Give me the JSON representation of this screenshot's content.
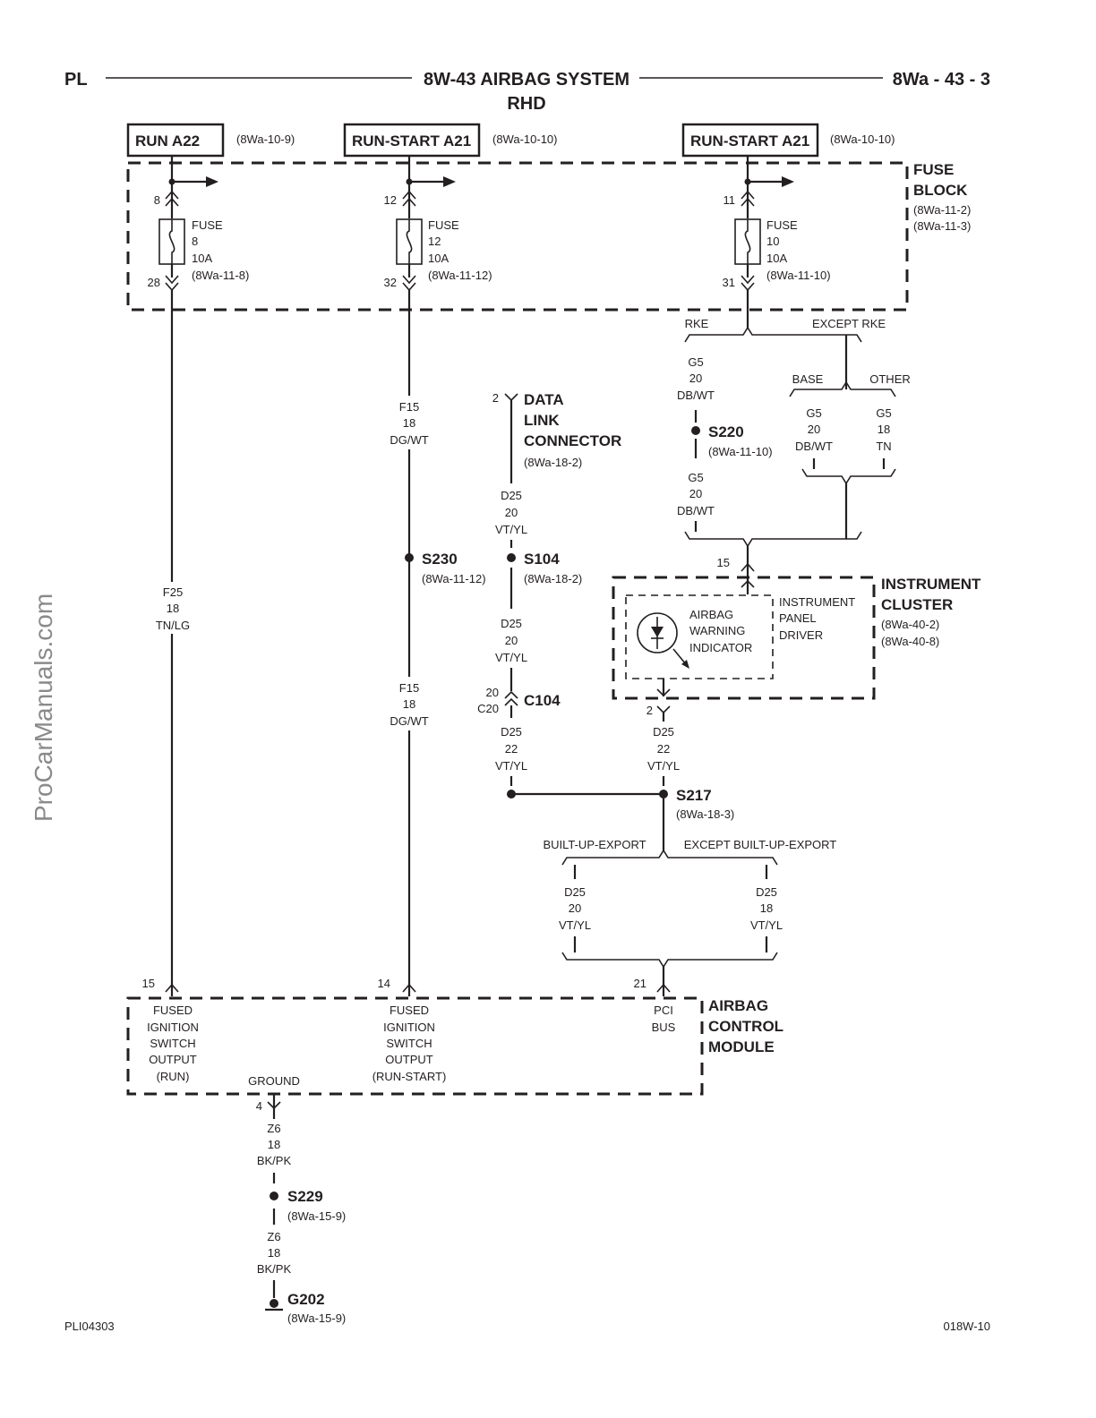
{
  "header": {
    "left": "PL",
    "title": "8W-43 AIRBAG SYSTEM",
    "subtitle": "RHD",
    "page": "8Wa - 43 - 3"
  },
  "sources": [
    {
      "name": "RUN A22",
      "ref": "(8Wa-10-9)"
    },
    {
      "name": "RUN-START A21",
      "ref": "(8Wa-10-10)"
    },
    {
      "name": "RUN-START A21",
      "ref": "(8Wa-10-10)"
    }
  ],
  "fuse_block": {
    "title_1": "FUSE",
    "title_2": "BLOCK",
    "ref_1": "(8Wa-11-2)",
    "ref_2": "(8Wa-11-3)",
    "fuses": [
      {
        "in_pin": "8",
        "out_pin": "28",
        "l1": "FUSE",
        "l2": "8",
        "l3": "10A",
        "l4": "(8Wa-11-8)"
      },
      {
        "in_pin": "12",
        "out_pin": "32",
        "l1": "FUSE",
        "l2": "12",
        "l3": "10A",
        "l4": "(8Wa-11-12)"
      },
      {
        "in_pin": "11",
        "out_pin": "31",
        "l1": "FUSE",
        "l2": "10",
        "l3": "10A",
        "l4": "(8Wa-11-10)"
      }
    ]
  },
  "wires": {
    "f25": [
      "F25",
      "18",
      "TN/LG"
    ],
    "f15_a": [
      "F15",
      "18",
      "DG/WT"
    ],
    "f15_b": [
      "F15",
      "18",
      "DG/WT"
    ],
    "d25_a": [
      "D25",
      "20",
      "VT/YL"
    ],
    "d25_b": [
      "D25",
      "20",
      "VT/YL"
    ],
    "d25_c": [
      "D25",
      "22",
      "VT/YL"
    ],
    "d25_d": [
      "D25",
      "22",
      "VT/YL"
    ],
    "d25_e": [
      "D25",
      "20",
      "VT/YL"
    ],
    "d25_f": [
      "D25",
      "18",
      "VT/YL"
    ],
    "g5_a": [
      "G5",
      "20",
      "DB/WT"
    ],
    "g5_b": [
      "G5",
      "20",
      "DB/WT"
    ],
    "g5_c": [
      "G5",
      "20",
      "DB/WT"
    ],
    "g5_d": [
      "G5",
      "18",
      "TN"
    ],
    "z6_a": [
      "Z6",
      "18",
      "BK/PK"
    ],
    "z6_b": [
      "Z6",
      "18",
      "BK/PK"
    ]
  },
  "options": {
    "rke": "RKE",
    "except_rke": "EXCEPT RKE",
    "base": "BASE",
    "other": "OTHER",
    "built_up": "BUILT-UP-EXPORT",
    "except_built_up": "EXCEPT BUILT-UP-EXPORT"
  },
  "splices": {
    "s220": {
      "name": "S220",
      "ref": "(8Wa-11-10)"
    },
    "s230": {
      "name": "S230",
      "ref": "(8Wa-11-12)"
    },
    "s104": {
      "name": "S104",
      "ref": "(8Wa-18-2)"
    },
    "s217": {
      "name": "S217",
      "ref": "(8Wa-18-3)"
    },
    "s229": {
      "name": "S229",
      "ref": "(8Wa-15-9)"
    },
    "g202": {
      "name": "G202",
      "ref": "(8Wa-15-9)"
    }
  },
  "dlc": {
    "pin": "2",
    "l1": "DATA",
    "l2": "LINK",
    "l3": "CONNECTOR",
    "ref": "(8Wa-18-2)"
  },
  "c104": {
    "name": "C104",
    "pin_top": "20",
    "pin_bot": "C20"
  },
  "cluster": {
    "title_1": "INSTRUMENT",
    "title_2": "CLUSTER",
    "ref_1": "(8Wa-40-2)",
    "ref_2": "(8Wa-40-8)",
    "pin_in": "15",
    "pin_out": "2",
    "indicator_1": "AIRBAG",
    "indicator_2": "WARNING",
    "indicator_3": "INDICATOR",
    "driver_1": "INSTRUMENT",
    "driver_2": "PANEL",
    "driver_3": "DRIVER"
  },
  "acm": {
    "title_1": "AIRBAG",
    "title_2": "CONTROL",
    "title_3": "MODULE",
    "pin_run": "15",
    "pin_runstart": "14",
    "pin_pci": "21",
    "pin_gnd": "4",
    "run_lines": [
      "FUSED",
      "IGNITION",
      "SWITCH",
      "OUTPUT",
      "(RUN)"
    ],
    "runstart_lines": [
      "FUSED",
      "IGNITION",
      "SWITCH",
      "OUTPUT",
      "(RUN-START)"
    ],
    "pci_1": "PCI",
    "pci_2": "BUS",
    "ground": "GROUND"
  },
  "footer": {
    "left": "PLI04303",
    "right": "018W-10"
  },
  "watermark": "ProCarManuals.com"
}
